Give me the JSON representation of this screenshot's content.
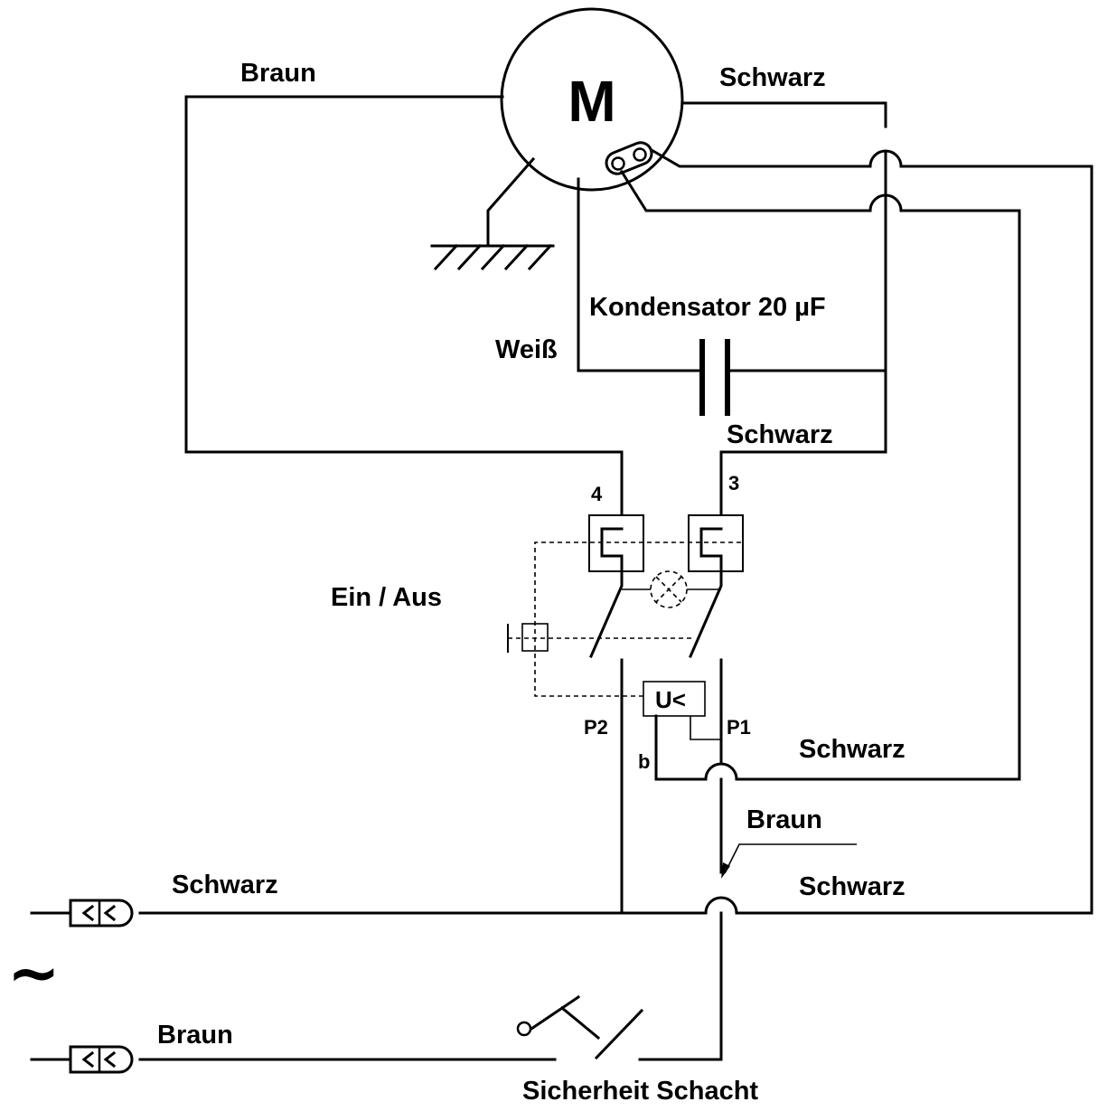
{
  "motor": {
    "symbol": "M"
  },
  "labels": {
    "braun_top": "Braun",
    "schwarz_top": "Schwarz",
    "capacitor": "Kondensator 20 µF",
    "weiss": "Weiß",
    "schwarz_cap": "Schwarz",
    "terminal_4": "4",
    "terminal_3": "3",
    "switch": "Ein / Aus",
    "undervoltage": "U<",
    "p2": "P2",
    "p1": "P1",
    "b": "b",
    "schwarz_right_mid": "Schwarz",
    "braun_mid": "Braun",
    "schwarz_left_bottom": "Schwarz",
    "schwarz_right_bottom": "Schwarz",
    "braun_bottom": "Braun",
    "ac_symbol": "~",
    "safety": "Sicherheit Schacht"
  }
}
